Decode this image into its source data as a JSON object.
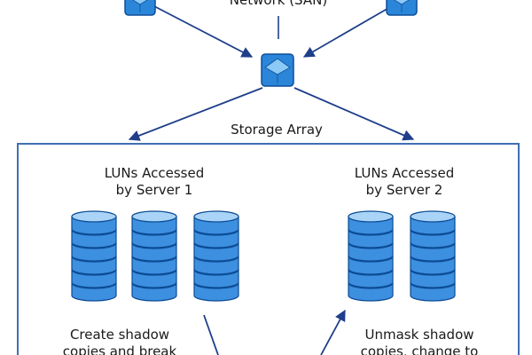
{
  "network": {
    "label": "Network (SAN)"
  },
  "storage_array": {
    "label": "Storage Array"
  },
  "server1_group": {
    "title_line1": "LUNs Accessed",
    "title_line2": "by Server 1",
    "lun_count": 3
  },
  "server2_group": {
    "title_line1": "LUNs Accessed",
    "title_line2": "by Server 2",
    "lun_count": 2
  },
  "steps": {
    "left_line1": "Create shadow",
    "left_line2": "copies and break",
    "right_line1": "Unmask shadow",
    "right_line2": "copies, change to"
  },
  "colors": {
    "node_fill": "#2b86d9",
    "node_top": "#8cc9f6",
    "node_edge": "#0d4f97",
    "arrow": "#1f3f8a",
    "disk_fill": "#3d8fe0",
    "disk_top": "#a9d4f7",
    "disk_edge": "#0c4c94",
    "box_border": "#3f6fb2"
  }
}
